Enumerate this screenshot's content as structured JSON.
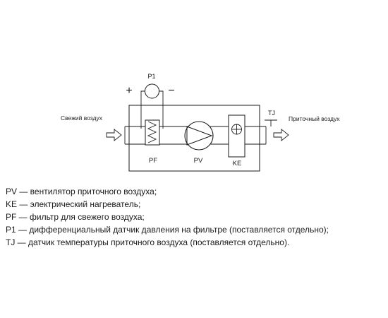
{
  "diagram": {
    "labels": {
      "inlet": "Свежий воздух",
      "outlet": "Приточный воздух",
      "sensor_p1": "P1",
      "sensor_tj": "TJ",
      "plus": "+",
      "minus": "−",
      "filter": "PF",
      "fan": "PV",
      "heater": "KE"
    }
  },
  "legend": [
    "PV — вентилятор приточного воздуха;",
    "KE — электрический нагреватель;",
    "PF — фильтр для свежего воздуха;",
    "P1 — дифференциальный датчик давления на фильтре (поставляется отдельно);",
    "TJ — датчик температуры приточного воздуха (поставляется отдельно)."
  ]
}
